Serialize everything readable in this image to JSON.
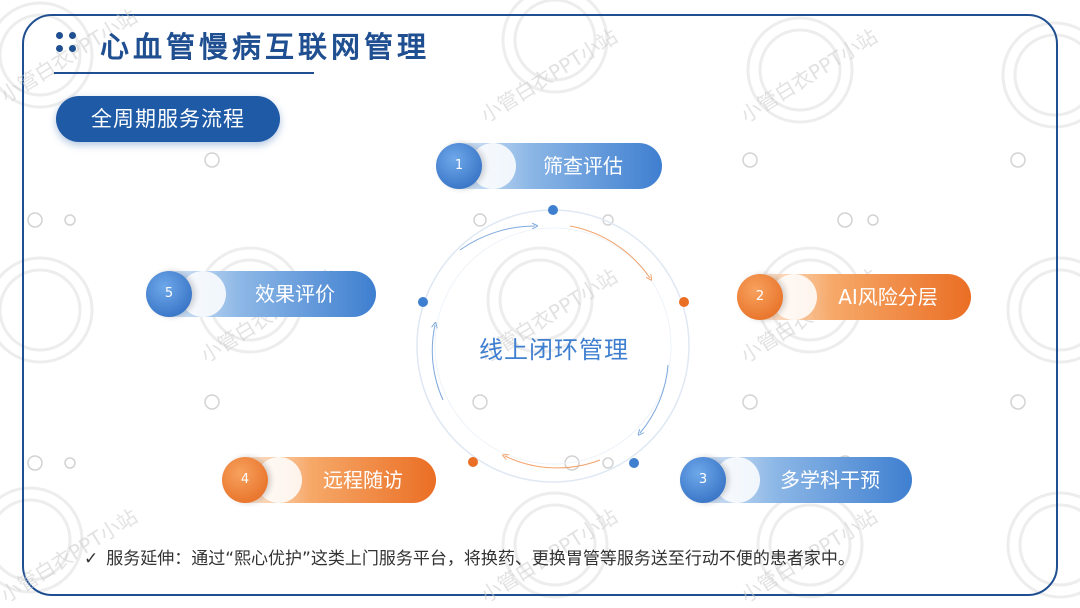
{
  "title": "心血管慢病互联网管理",
  "section_label": "全周期服务流程",
  "center_label": "线上闭环管理",
  "steps": [
    {
      "number": "1",
      "label": "筛查评估",
      "color": "blue"
    },
    {
      "number": "2",
      "label": "AI风险分层",
      "color": "orange"
    },
    {
      "number": "3",
      "label": "多学科干预",
      "color": "blue"
    },
    {
      "number": "4",
      "label": "远程随访",
      "color": "orange"
    },
    {
      "number": "5",
      "label": "效果评价",
      "color": "blue"
    }
  ],
  "footer": {
    "check_icon": "✓",
    "text": "服务延伸：通过“熙心优护”这类上门服务平台，将换药、更换胃管等服务送至行动不便的患者家中。"
  },
  "watermark": "小管白衣PPT小站",
  "colors": {
    "primary_blue": "#1f4f91",
    "accent_blue": "#3f7fd0",
    "accent_orange": "#ea6e24"
  }
}
